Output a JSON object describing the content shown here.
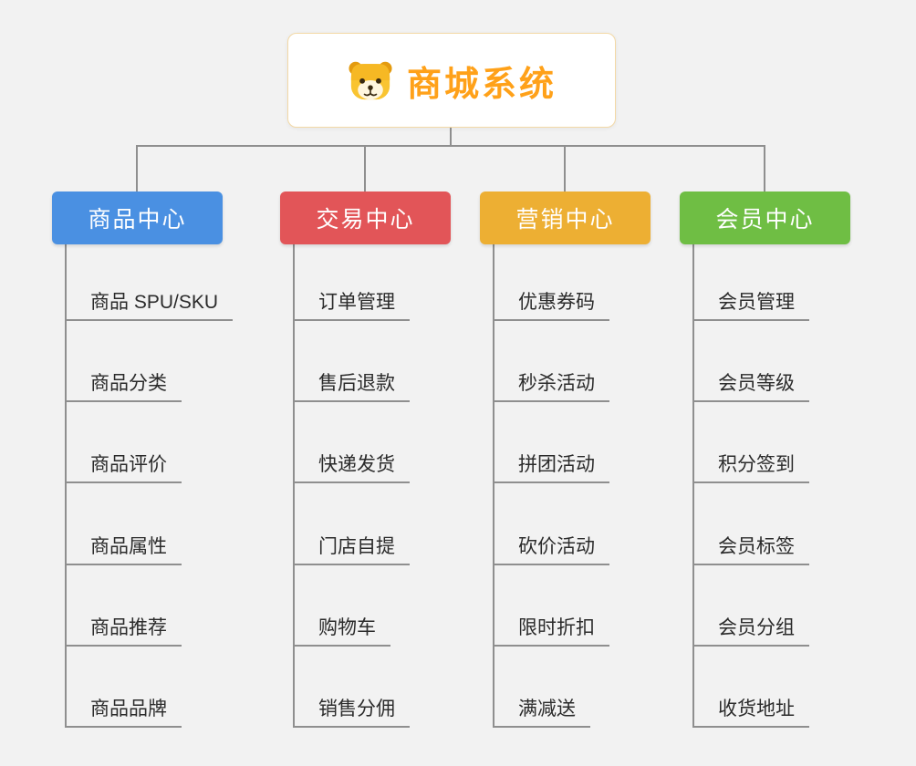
{
  "root": {
    "title": "商城系统",
    "icon": "dog-icon"
  },
  "branches": [
    {
      "label": "商品中心",
      "color": "#4a90e2",
      "items": [
        "商品 SPU/SKU",
        "商品分类",
        "商品评价",
        "商品属性",
        "商品推荐",
        "商品品牌"
      ]
    },
    {
      "label": "交易中心",
      "color": "#e25558",
      "items": [
        "订单管理",
        "售后退款",
        "快递发货",
        "门店自提",
        "购物车",
        "销售分佣"
      ]
    },
    {
      "label": "营销中心",
      "color": "#edaf33",
      "items": [
        "优惠券码",
        "秒杀活动",
        "拼团活动",
        "砍价活动",
        "限时折扣",
        "满减送"
      ]
    },
    {
      "label": "会员中心",
      "color": "#6fbe44",
      "items": [
        "会员管理",
        "会员等级",
        "积分签到",
        "会员标签",
        "会员分组",
        "收货地址"
      ]
    }
  ],
  "colors": {
    "background": "#f2f2f2",
    "line": "#8f8f8f",
    "root_title": "#ffa119",
    "root_border": "#f3d9a6"
  }
}
